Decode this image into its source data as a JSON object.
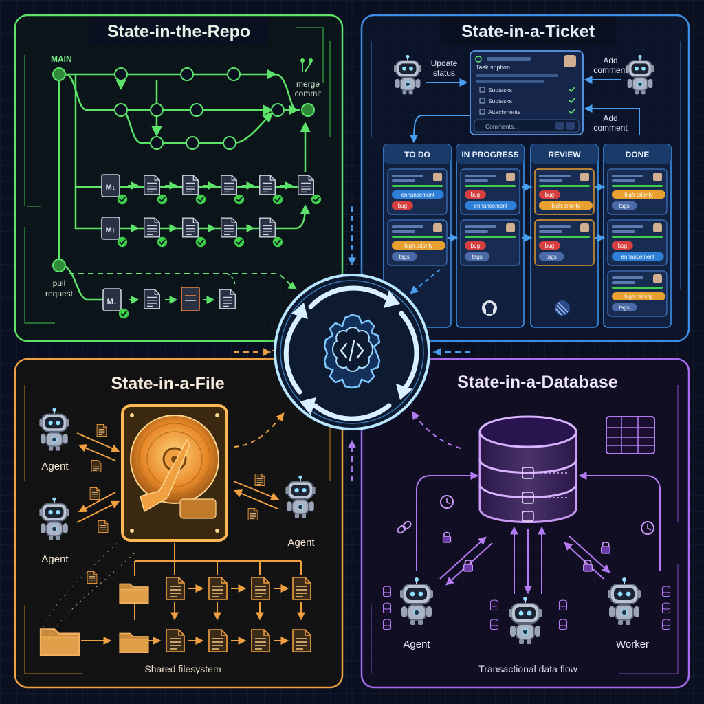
{
  "colors": {
    "background": "#0b1020",
    "repo": "#5ee36a",
    "ticket": "#3d8fe6",
    "file": "#f0a040",
    "database": "#a86cf0",
    "hub": "#9fd8ff",
    "badge_enhancement": "#2d7fd8",
    "badge_bug": "#d84040",
    "badge_priority": "#e8a030",
    "badge_tags": "#4a6aa8"
  },
  "repo": {
    "title": "State-in-the-Repo",
    "main_label": "MAIN",
    "merge_label_line1": "merge",
    "merge_label_line2": "commit",
    "pull_label_line1": "pull",
    "pull_label_line2": "request",
    "file_badge": "M↓"
  },
  "ticket": {
    "title": "State-in-a-Ticket",
    "update_line1": "Update",
    "update_line2": "status",
    "add_comment_top_line1": "Add",
    "add_comment_top_line2": "comment",
    "add_comment_bottom_line1": "Add",
    "add_comment_bottom_line2": "comment",
    "card_title": "Task sription",
    "card_items": [
      "Subtasks",
      "Subtasks",
      "Attachments"
    ],
    "card_comments": "Comments...",
    "columns": [
      {
        "name": "TO DO",
        "cards": [
          [
            "enhancement",
            "bug"
          ],
          [
            "high priority",
            "tags"
          ]
        ]
      },
      {
        "name": "IN PROGRESS",
        "cards": [
          [
            "bug",
            "enhancement"
          ],
          [
            "bug",
            "tags"
          ]
        ]
      },
      {
        "name": "REVIEW",
        "cards": [
          [
            "bug",
            "high priority"
          ],
          [
            "bug",
            "tags"
          ]
        ]
      },
      {
        "name": "DONE",
        "cards": [
          [
            "high priority",
            "tags"
          ],
          [
            "bog",
            "enhancement"
          ],
          [
            "high priority",
            "tags"
          ]
        ]
      }
    ]
  },
  "file": {
    "title": "State-in-a-File",
    "agent_left_top": "Agent",
    "agent_left_bottom": "Agent",
    "agent_right": "Agent",
    "caption": "Shared filesystem"
  },
  "database": {
    "title": "State-in-a-Database",
    "agent_label": "Agent",
    "worker_label": "Worker",
    "caption": "Transactional data flow"
  },
  "icons": {
    "hub": "brain-gear-icon",
    "robot": "robot-icon",
    "file": "document-icon",
    "folder": "folder-icon",
    "disk": "hard-drive-icon",
    "database": "database-icon",
    "github": "github-icon",
    "lock": "lock-icon",
    "link": "link-icon"
  }
}
